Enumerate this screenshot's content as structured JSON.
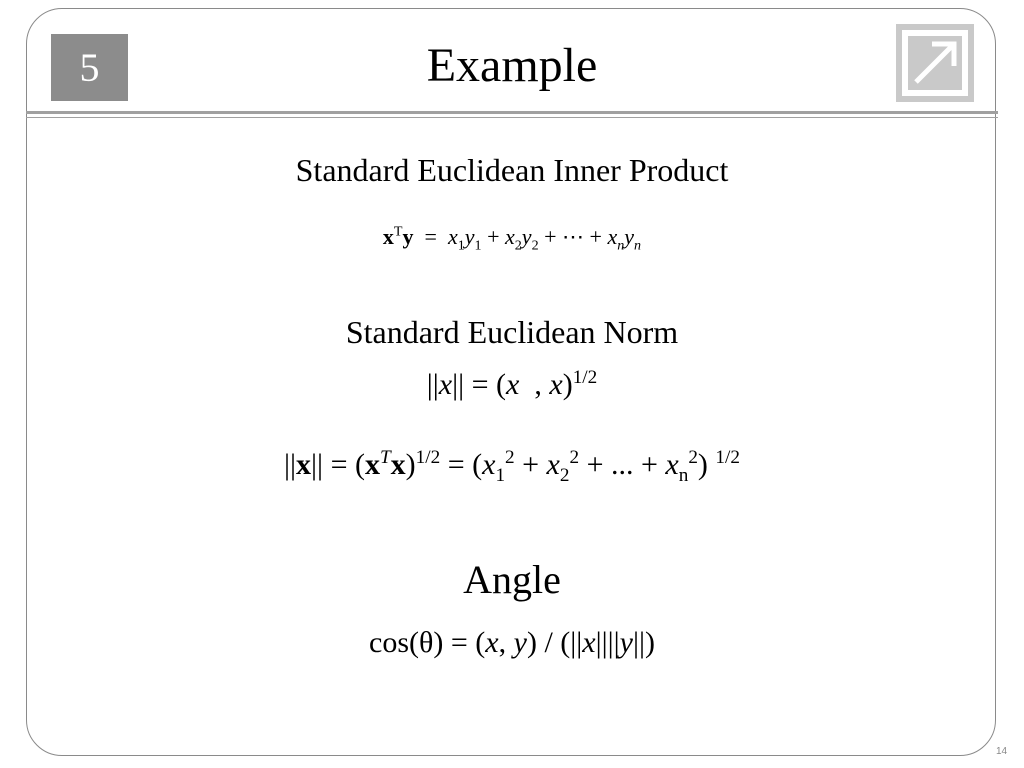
{
  "slide": {
    "number": "5",
    "title": "Example",
    "page_number": "14"
  },
  "inner_product": {
    "heading": "Standard Euclidean Inner Product",
    "formula": {
      "lhs_x": "x",
      "lhs_T": "T",
      "lhs_y": "y",
      "eq": "=",
      "x": "x",
      "y": "y",
      "i1": "1",
      "i2": "2",
      "in": "n",
      "plus": "+",
      "dots": "⋯"
    }
  },
  "norm": {
    "heading": "Standard Euclidean Norm",
    "formula1": {
      "bar": "||",
      "x": "x",
      "eq": "=",
      "open": "(",
      "comma": ",",
      "close": ")",
      "exp": "1/2"
    },
    "formula2": {
      "bar": "||",
      "x": "x",
      "eq": "=",
      "open": "(",
      "T": "T",
      "close": ")",
      "exp": "1/2",
      "i1": "1",
      "i2": "2",
      "in": "n",
      "sq": "2",
      "plus": "+",
      "dots": "..."
    }
  },
  "angle": {
    "heading": "Angle",
    "formula": {
      "cos": "cos(",
      "theta": "θ",
      "cos_close": ")",
      "eq": "=",
      "open": "(",
      "x": "x",
      "comma": ",",
      "y": "y",
      "close": ")",
      "slash": "/",
      "open2": "(",
      "bar": "||",
      "close2": ")"
    }
  },
  "icons": [
    "slide-number-badge",
    "expand-arrow-icon"
  ],
  "colors": {
    "badge": "#8c8c8c",
    "rule": "#a0a0a0",
    "frame": "#8a8a8a"
  }
}
